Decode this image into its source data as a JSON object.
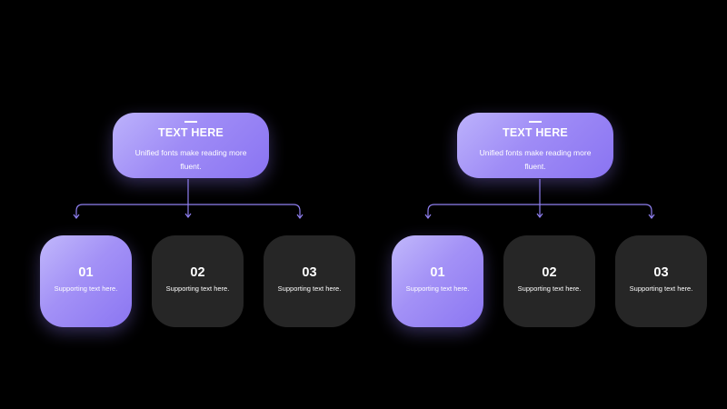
{
  "groups": [
    {
      "header": {
        "title": "TEXT HERE",
        "subtitle": "Unified fonts make reading more fluent."
      },
      "cards": [
        {
          "number": "01",
          "text": "Supporting text here.",
          "highlighted": true
        },
        {
          "number": "02",
          "text": "Supporting text here.",
          "highlighted": false
        },
        {
          "number": "03",
          "text": "Supporting text here.",
          "highlighted": false
        }
      ]
    },
    {
      "header": {
        "title": "TEXT HERE",
        "subtitle": "Unified fonts make reading more fluent."
      },
      "cards": [
        {
          "number": "01",
          "text": "Supporting text here.",
          "highlighted": true
        },
        {
          "number": "02",
          "text": "Supporting text here.",
          "highlighted": false
        },
        {
          "number": "03",
          "text": "Supporting text here.",
          "highlighted": false
        }
      ]
    }
  ],
  "colors": {
    "background": "#000000",
    "accent_light": "#bcb2fb",
    "accent_dark": "#8a74f2",
    "connector": "#8f7ff0",
    "card_dark": "#262626",
    "text": "#ffffff"
  }
}
